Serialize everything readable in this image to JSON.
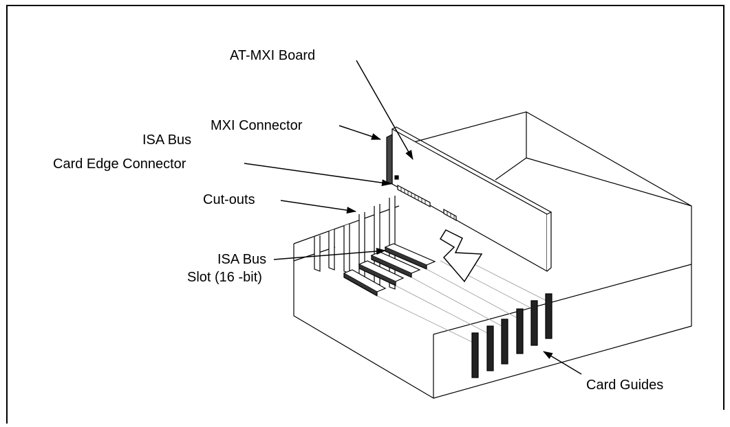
{
  "figure": {
    "labels": {
      "at_mxi_board": "AT-MXI Board",
      "mxi_connector": "MXI Connector",
      "isa_bus_card_edge_line1": "ISA Bus",
      "isa_bus_card_edge_line2": "Card Edge Connector",
      "cut_outs": "Cut-outs",
      "isa_bus_slot_line1": "ISA Bus",
      "isa_bus_slot_line2": "Slot (16 -bit)",
      "card_guides": "Card Guides"
    }
  }
}
